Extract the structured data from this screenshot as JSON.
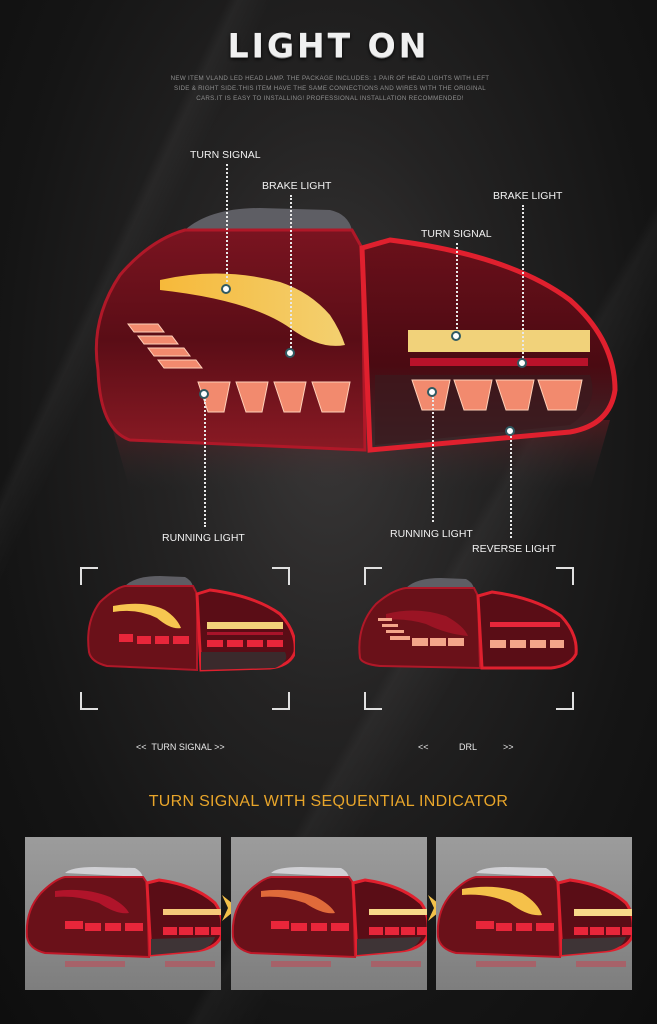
{
  "header": {
    "title": "LIGHT  ON",
    "description": "NEW ITEM VLAND LED HEAD LAMP. THE PACKAGE INCLUDES: 1 PAIR OF HEAD LIGHTS WITH LEFT SIDE & RIGHT SIDE.THIS ITEM HAVE THE SAME CONNECTIONS AND WIRES WITH THE ORIGINAL CARS.IT IS EASY TO INSTALLING! PROFESSIONAL INSTALLATION RECOMMENDED!"
  },
  "hero": {
    "callouts": {
      "turn_signal_left": "TURN SIGNAL",
      "brake_light_left": "BRAKE LIGHT",
      "brake_light_right": "BRAKE LIGHT",
      "turn_signal_right": "TURN SIGNAL",
      "running_light_left": "RUNNING LIGHT",
      "running_light_right": "RUNNING LIGHT",
      "reverse_light": "REVERSE LIGHT"
    }
  },
  "modes": [
    {
      "prefix": "<<",
      "label": "TURN SIGNAL",
      "suffix": ">>"
    },
    {
      "prefix": "<<",
      "label": "DRL",
      "suffix": ">>"
    }
  ],
  "sequence": {
    "headline": "TURN SIGNAL WITH SEQUENTIAL INDICATOR",
    "steps": [
      "step-1",
      "step-2",
      "step-3"
    ]
  },
  "colors": {
    "background": "#141414",
    "accent_amber": "#e8a52a",
    "lens_red": "#c8102e",
    "turn_amber": "#f5c04a",
    "panel_gray": "#8e8e8e"
  }
}
